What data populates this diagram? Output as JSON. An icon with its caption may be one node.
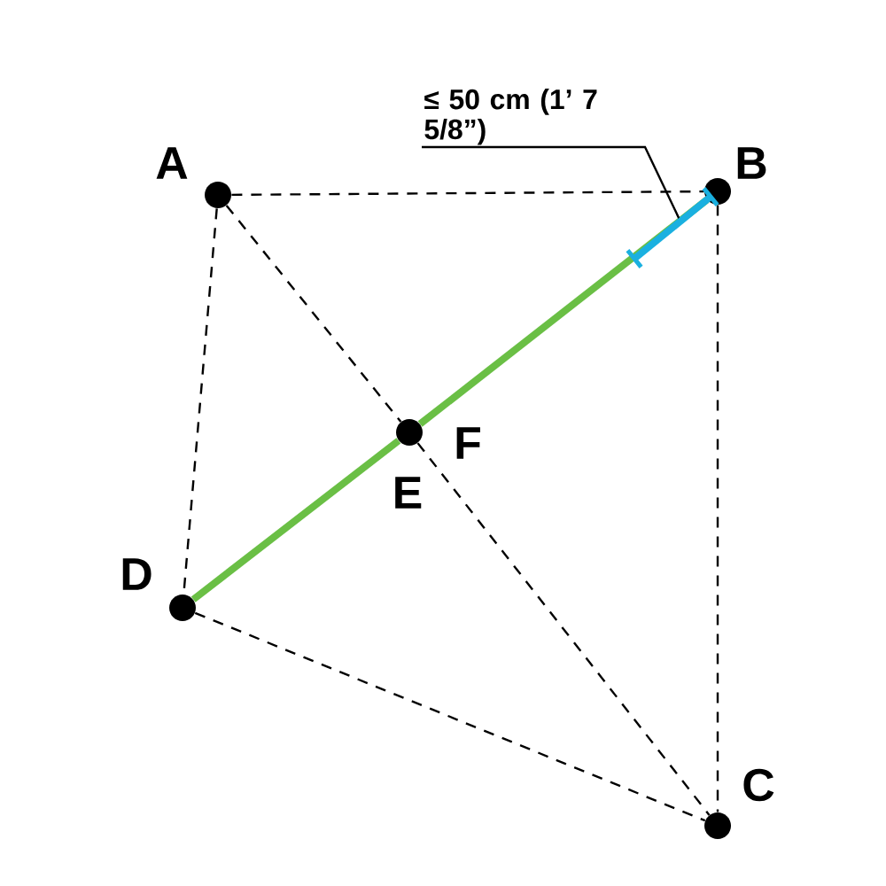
{
  "diagram": {
    "nodes": [
      {
        "text": [
          "A"
        ]
      },
      {
        "text": [
          "B"
        ]
      },
      {
        "text": [
          "C"
        ]
      },
      {
        "text": [
          "D"
        ]
      },
      {
        "text": [
          "E",
          "F"
        ]
      },
      {
        "text": [
          "≤ 50 cm (1’ 7 5/8”)"
        ]
      }
    ],
    "edges": [
      {
        "from": 0,
        "to": 1,
        "arrow": "none",
        "style": "dashed"
      },
      {
        "from": 0,
        "to": 3,
        "arrow": "none",
        "style": "dashed"
      },
      {
        "from": 1,
        "to": 2,
        "arrow": "none",
        "style": "dashed"
      },
      {
        "from": 3,
        "to": 2,
        "arrow": "none",
        "style": "dashed"
      },
      {
        "from": 0,
        "to": 4,
        "arrow": "none",
        "style": "dashed"
      },
      {
        "from": 4,
        "to": 2,
        "arrow": "none",
        "style": "dashed"
      },
      {
        "from": 3,
        "to": 4,
        "arrow": "none",
        "style": "thick",
        "color": "#6abf45"
      },
      {
        "from": 4,
        "to": 1,
        "arrow": "none",
        "style": "thick",
        "color": "#6abf45"
      },
      {
        "from": 5,
        "to": null,
        "arrow": "none"
      }
    ]
  }
}
